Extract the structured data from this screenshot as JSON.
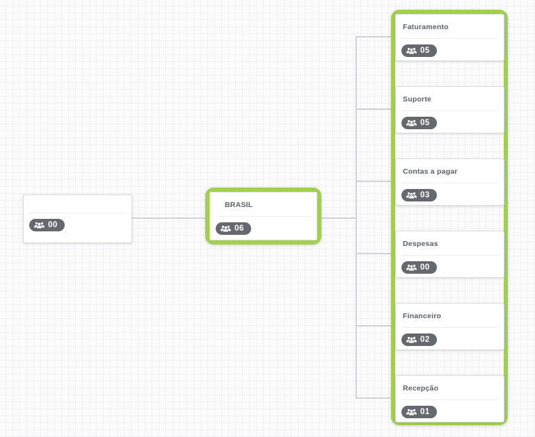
{
  "nodes": {
    "root": {
      "label": "",
      "count": "00"
    },
    "parent": {
      "label": "BRASIL",
      "count": "06",
      "highlighted": true
    },
    "children_group_highlighted": true,
    "children": [
      {
        "label": "Faturamento",
        "count": "05"
      },
      {
        "label": "Suporte",
        "count": "05"
      },
      {
        "label": "Contas a pagar",
        "count": "03"
      },
      {
        "label": "Despesas",
        "count": "00"
      },
      {
        "label": "Financeiro",
        "count": "02"
      },
      {
        "label": "Recepção",
        "count": "01"
      }
    ]
  },
  "icons": {
    "badge": "users-group-icon"
  },
  "colors": {
    "highlight": "#a2d04b",
    "badge_bg": "#65696f",
    "connector": "#d1d3d6",
    "title_text": "#5b6169"
  }
}
